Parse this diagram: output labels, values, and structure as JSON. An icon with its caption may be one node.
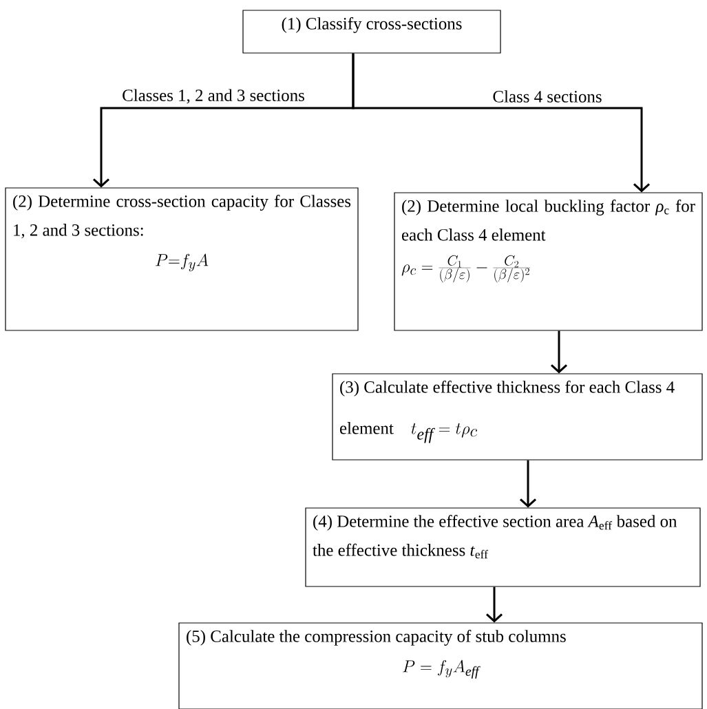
{
  "diagram": {
    "nodes": [
      {
        "text": [
          "(1) Classify cross-sections"
        ]
      },
      {
        "text": [
          "(2) Determine cross-section capacity for Classes 1, 2 and 3 sections:",
          "P{=}f_{y}A"
        ]
      },
      {
        "text": [
          "(2) Determine local buckling factor *ρ*$_{c}$ for each Class 4 element",
          "\\rho_{c} = \\frac{C_{1}}{(\\beta/\\varepsilon)} - \\frac{C_{2}}{(\\beta/\\varepsilon)^{2}}"
        ]
      },
      {
        "text": [
          "(3) Calculate effective thickness for each Class 4 element",
          "t_{\\mathit{eff}} = t\\rho_{c}"
        ]
      },
      {
        "text": [
          "(4) Determine the effective section area *A*$_{eff}$ based on the effective thickness *t*$_{eff}$"
        ]
      },
      {
        "text": [
          "(5) Calculate the compression capacity of stub columns",
          "P = f_{y}A_{\\mathit{eff}}"
        ]
      }
    ],
    "edges": [
      {
        "from": 0,
        "to": 1,
        "arrow": "to",
        "label": "Classes 1, 2 and 3 sections"
      },
      {
        "from": 0,
        "to": 2,
        "arrow": "to",
        "label": "Class 4 sections"
      },
      {
        "from": 2,
        "to": 3,
        "arrow": "to"
      },
      {
        "from": 3,
        "to": 4,
        "arrow": "to"
      },
      {
        "from": 4,
        "to": 5,
        "arrow": "to"
      }
    ]
  }
}
